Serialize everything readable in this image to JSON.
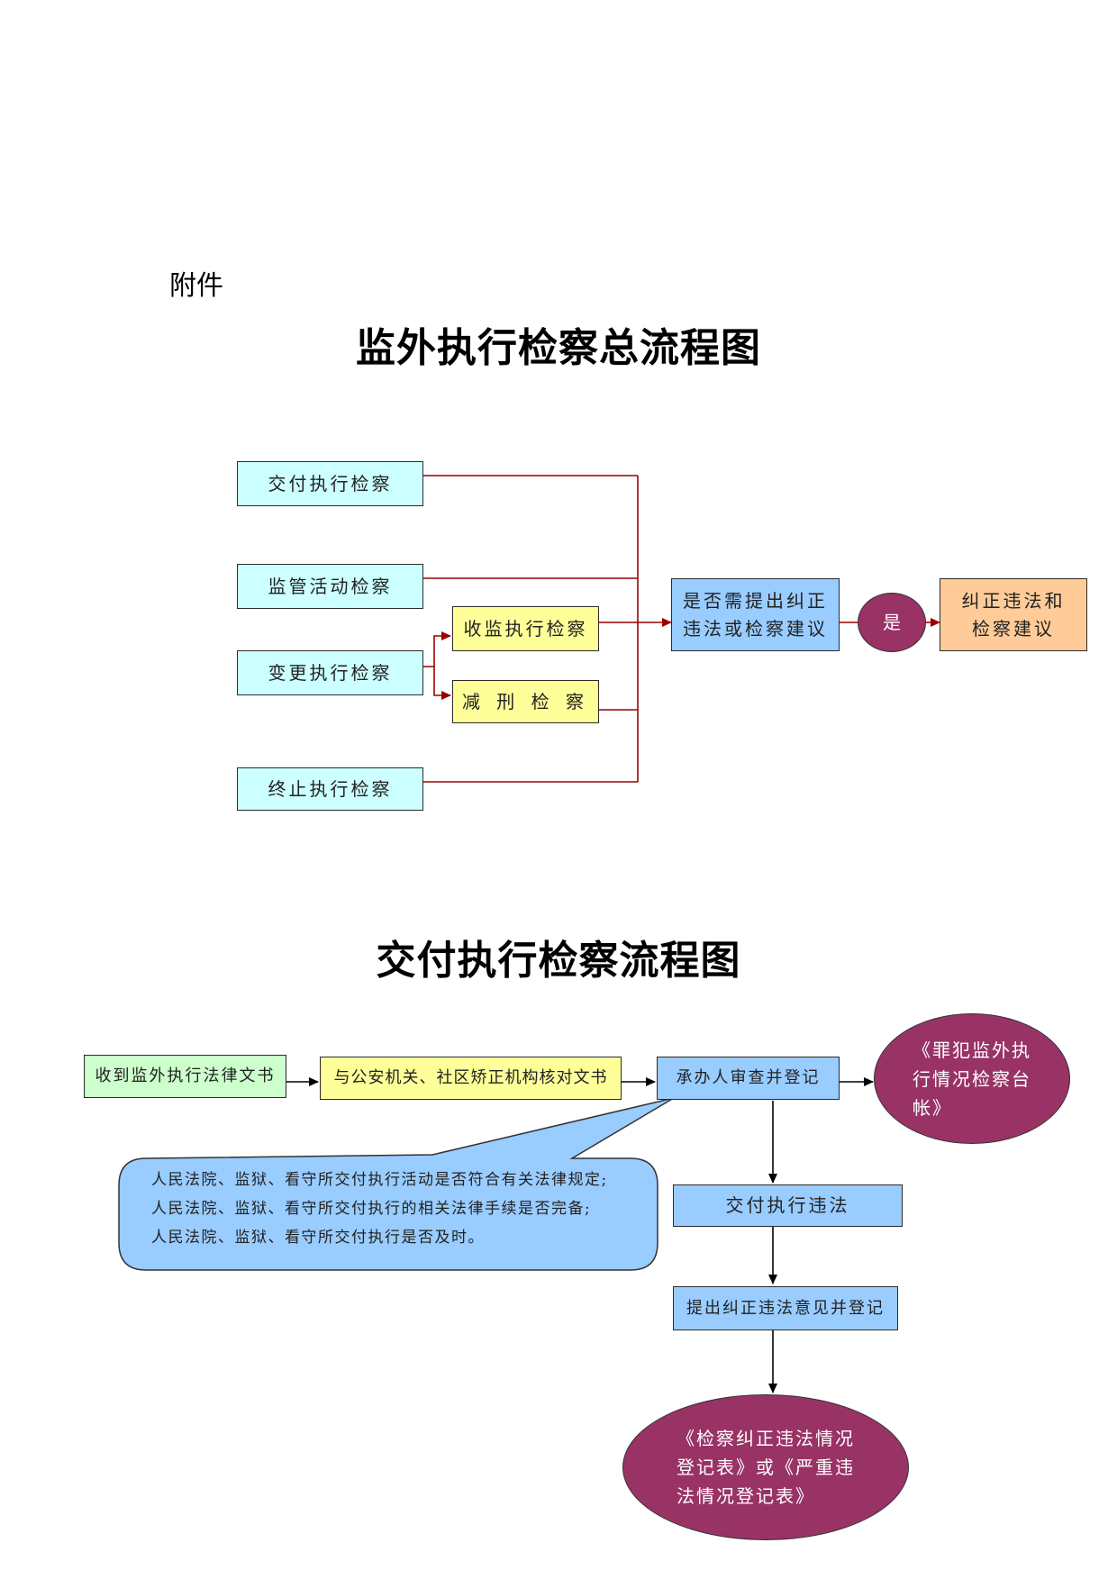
{
  "attachment_label": "附件",
  "diagram1": {
    "title": "监外执行检察总流程图",
    "nodes": {
      "delivery": "交付执行检察",
      "supervision": "监管活动检察",
      "change": "变更执行检察",
      "admission": "收监执行检察",
      "reduction": "减 刑 检 察",
      "termination": "终止执行检察",
      "decision": "是否需提出纠正违法或检察建议",
      "yes": "是",
      "correct": "纠正违法和检察建议"
    }
  },
  "diagram2": {
    "title": "交付执行检察流程图",
    "nodes": {
      "receive": "收到监外执行法律文书",
      "verify": "与公安机关、社区矫正机构核对文书",
      "review": "承办人审查并登记",
      "ledger": [
        "《罪犯监外执",
        "行情况检察台",
        "帐》"
      ],
      "violation": "交付执行违法",
      "propose": "提出纠正违法意见并登记",
      "forms": [
        "《检察纠正违法情况",
        "登记表》或《严重违",
        "法情况登记表》"
      ]
    },
    "callout": [
      "人民法院、监狱、看守所交付执行活动是否符合有关法律规定;",
      "人民法院、监狱、看守所交付执行的相关法律手续是否完备;",
      "人民法院、监狱、看守所交付执行是否及时。"
    ]
  },
  "colors": {
    "line1": "#990000",
    "cyan": "#ccffff",
    "yellow": "#ffff99",
    "blue": "#99ccff",
    "orange": "#ffcc99",
    "green": "#ccffcc",
    "ellipse": "#993366"
  }
}
